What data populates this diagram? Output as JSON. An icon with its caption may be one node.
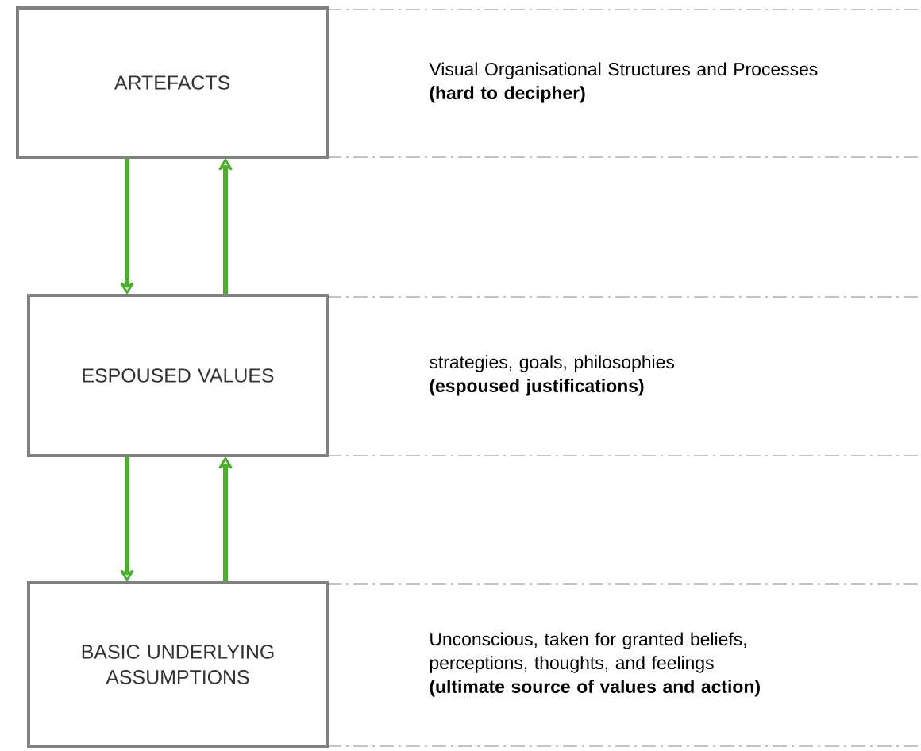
{
  "diagram": {
    "nodes": [
      {
        "text": [
          "ARTEFACTS"
        ],
        "beside": [
          "Visual Organisational Structures and Processes",
          "(hard to decipher)"
        ]
      },
      {
        "text": [
          "ESPOUSED VALUES"
        ],
        "beside": [
          "strategies, goals, philosophies",
          "(espoused justifications)"
        ]
      },
      {
        "text": [
          "BASIC UNDERLYING ASSUMPTIONS"
        ],
        "beside": [
          "Unconscious, taken for granted beliefs, perceptions, thoughts, and feelings",
          "(ultimate source of values and action)"
        ]
      }
    ],
    "edges": [
      {
        "from": 0,
        "to": 1,
        "arrow": "to"
      },
      {
        "from": 1,
        "to": 0,
        "arrow": "to"
      },
      {
        "from": 1,
        "to": 2,
        "arrow": "to"
      },
      {
        "from": 2,
        "to": 1,
        "arrow": "to"
      }
    ]
  }
}
